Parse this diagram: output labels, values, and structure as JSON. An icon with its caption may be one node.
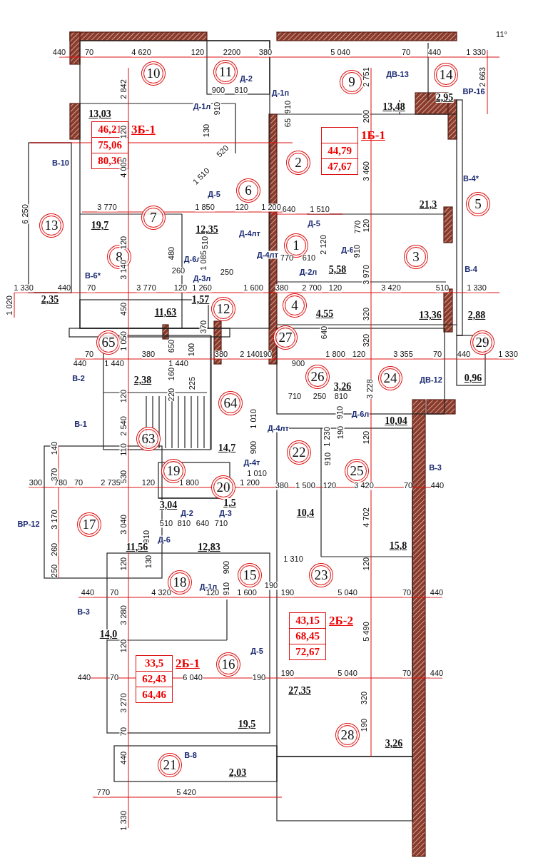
{
  "diagram": {
    "nodes": [
      {
        "text": [
          "10"
        ]
      },
      {
        "text": [
          "11"
        ]
      },
      {
        "text": [
          "9"
        ]
      },
      {
        "text": [
          "14"
        ]
      },
      {
        "text": [
          "46,21",
          "75,06",
          "80,36"
        ],
        "beside": [
          "3Б-1"
        ]
      },
      {
        "text": [
          "44,79",
          "47,67"
        ],
        "beside": [
          "1Б-1"
        ]
      },
      {
        "text": [
          "2"
        ]
      },
      {
        "text": [
          "6"
        ]
      },
      {
        "text": [
          "13"
        ]
      },
      {
        "text": [
          "7"
        ]
      },
      {
        "text": [
          "5"
        ]
      },
      {
        "text": [
          "8"
        ]
      },
      {
        "text": [
          "1"
        ]
      },
      {
        "text": [
          "3"
        ]
      },
      {
        "text": [
          "4"
        ]
      },
      {
        "text": [
          "12"
        ]
      },
      {
        "text": [
          "29"
        ]
      },
      {
        "text": [
          "65"
        ]
      },
      {
        "text": [
          "27"
        ]
      },
      {
        "text": [
          "26"
        ]
      },
      {
        "text": [
          "24"
        ]
      },
      {
        "text": [
          "64"
        ]
      },
      {
        "text": [
          "63"
        ]
      },
      {
        "text": [
          "22"
        ]
      },
      {
        "text": [
          "25"
        ]
      },
      {
        "text": [
          "19"
        ]
      },
      {
        "text": [
          "20"
        ]
      },
      {
        "text": [
          "17"
        ]
      },
      {
        "text": [
          "18"
        ]
      },
      {
        "text": [
          "15"
        ]
      },
      {
        "text": [
          "23"
        ]
      },
      {
        "text": [
          "43,15",
          "68,45",
          "72,67"
        ],
        "beside": [
          "2Б-2"
        ]
      },
      {
        "text": [
          "33,5",
          "62,43",
          "64,46"
        ],
        "beside": [
          "2Б-1"
        ]
      },
      {
        "text": [
          "16"
        ]
      },
      {
        "text": [
          "21"
        ]
      },
      {
        "text": [
          "28"
        ]
      }
    ],
    "edges": [],
    "labels": [
      "11°",
      "440",
      "70",
      "4 620",
      "120",
      "2200",
      "380",
      "5 040",
      "70",
      "440",
      "1 330",
      "2 842",
      "2 751",
      "ДВ-13",
      "2 663",
      "ВР-16",
      "Д-2",
      "900",
      "810",
      "Д-1л",
      "910",
      "Д-1п",
      "910",
      "13,03",
      "2,95",
      "13,48",
      "65",
      "120",
      "130",
      "200",
      "В-10",
      "520",
      "1 510",
      "4 005",
      "3 460",
      "В-4*",
      "Д-5",
      "21,3",
      "640",
      "1 510",
      "6 250",
      "3 770",
      "1 850",
      "120",
      "1 200",
      "19,7",
      "12,35",
      "Д-5",
      "770",
      "120",
      "120",
      "510",
      "Д-4лт",
      "2 120",
      "Д-6",
      "910",
      "Д-4лт",
      "480",
      "Д-6л",
      "1 085",
      "770",
      "610",
      "5,58",
      "В-4",
      "Д-2л",
      "3 140",
      "В-6*",
      "260",
      "Д-3л",
      "250",
      "1 330",
      "440",
      "70",
      "3 770",
      "120",
      "1 260",
      "1 600",
      "380",
      "2 700",
      "120",
      "3 970",
      "3 420",
      "510",
      "1 330",
      "2,35",
      "1,57",
      "1 020",
      "450",
      "11,63",
      "4,55",
      "320",
      "13,36",
      "2,88",
      "370",
      "640",
      "320",
      "1 050",
      "650",
      "100",
      "70",
      "380",
      "190",
      "440",
      "1 440",
      "1 440",
      "380",
      "2 140",
      "900",
      "1 800",
      "120",
      "3 355",
      "70",
      "440",
      "1 330",
      "В-2",
      "160",
      "2,38",
      "ДВ-12",
      "0,96",
      "120",
      "220",
      "225",
      "3,26",
      "3 228",
      "710",
      "250",
      "810",
      "910",
      "Д-6л",
      "10,04",
      "1 010",
      "В-1",
      "2 540",
      "Д-4лт",
      "140",
      "1 230",
      "190",
      "120",
      "110",
      "14,7",
      "900",
      "Д-4т",
      "910",
      "В-3",
      "1 010",
      "370",
      "530",
      "300",
      "780",
      "70",
      "2 735",
      "120",
      "1 800",
      "1 200",
      "380",
      "1 500",
      "120",
      "3 420",
      "70",
      "440",
      "3,04",
      "1,5",
      "10,4",
      "4 702",
      "Д-2",
      "Д-3",
      "3 170",
      "ВР-12",
      "3 040",
      "510",
      "810",
      "640",
      "710",
      "910",
      "Д-6",
      "11,56",
      "12,83",
      "15,8",
      "260",
      "250",
      "120",
      "130",
      "900",
      "1 310",
      "120",
      "Д-1л",
      "910",
      "190",
      "440",
      "70",
      "4 320",
      "120",
      "1 600",
      "190",
      "5 040",
      "70",
      "440",
      "В-3",
      "3 280",
      "5 490",
      "14,0",
      "120",
      "Д-5",
      "440",
      "70",
      "6 040",
      "190",
      "190",
      "5 040",
      "70",
      "440",
      "27,35",
      "3 270",
      "320",
      "70",
      "19,5",
      "190",
      "3,26",
      "В-8",
      "440",
      "2,03",
      "770",
      "5 420",
      "1 330"
    ]
  }
}
